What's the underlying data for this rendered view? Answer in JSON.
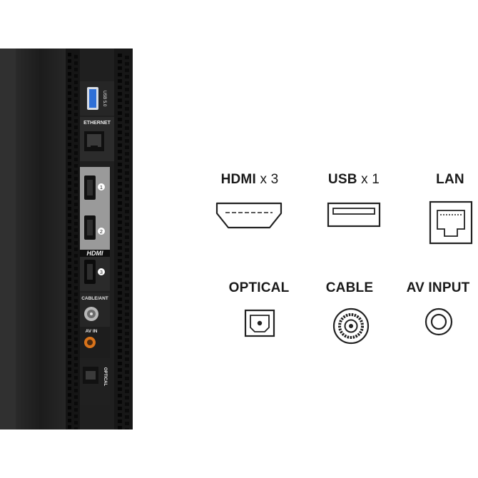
{
  "ports": {
    "hdmi": {
      "name": "HDMI",
      "count": "x 3"
    },
    "usb": {
      "name": "USB",
      "count": "x 1"
    },
    "lan": {
      "name": "LAN"
    },
    "optical": {
      "name": "OPTICAL"
    },
    "cable": {
      "name": "CABLE"
    },
    "av_input": {
      "name": "AV INPUT"
    }
  },
  "tv_back_panel": {
    "labels": {
      "usb": "USB 5.0",
      "ethernet": "ETHERNET",
      "hdmi_logo": "HDMI",
      "hdmi_numbers": [
        "1",
        "2",
        "3"
      ],
      "cable_ant": "CABLE/ANT",
      "av_in": "AV IN",
      "optical": "OPTICAL"
    }
  },
  "icons": {
    "hdmi": "hdmi-port-icon",
    "usb": "usb-port-icon",
    "lan": "lan-port-icon",
    "optical": "optical-port-icon",
    "cable": "coax-port-icon",
    "av_input": "av-jack-icon"
  },
  "colors": {
    "background": "#ffffff",
    "tv_body": "#232323",
    "text": "#1a1a1a",
    "usb_blue": "#2f6fd6",
    "av_orange": "#d9731a"
  }
}
